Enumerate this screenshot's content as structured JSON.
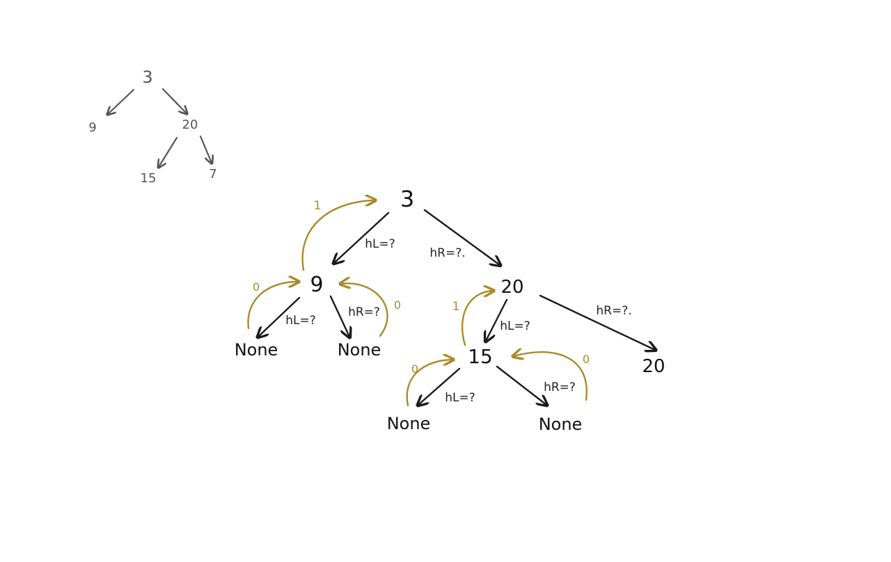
{
  "small_tree": {
    "root": "3",
    "left": "9",
    "right": "20",
    "right_left": "15",
    "right_right": "7"
  },
  "main_tree": {
    "root": "3",
    "n9": "9",
    "n20": "20",
    "n15": "15",
    "n20b": "20",
    "none_9_left": "None",
    "none_9_right": "None",
    "none_15_left": "None",
    "none_15_right": "None"
  },
  "edge_labels": {
    "root_left": "hL=?",
    "root_right": "hR=?.",
    "n9_left": "hL=?",
    "n9_right": "hR=?",
    "n20_left": "hL=?",
    "n20_right": "hR=?.",
    "n15_left": "hL=?",
    "n15_right": "hR=?"
  },
  "return_values": {
    "to_root_from_9": "1",
    "to_9_from_left": "0",
    "to_9_from_right": "0",
    "to_20_from_15": "1",
    "to_15_from_left": "0",
    "to_15_from_right": "0"
  },
  "colors": {
    "ink": "#1a1a1a",
    "faded_ink": "#555555",
    "gold": "#a88a2a"
  }
}
